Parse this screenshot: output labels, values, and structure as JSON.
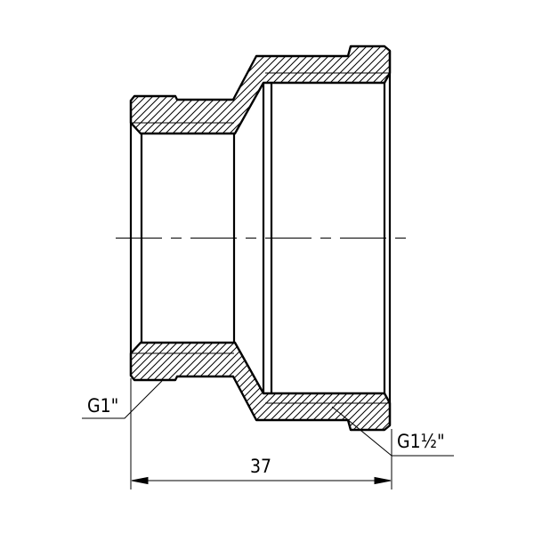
{
  "drawing": {
    "dimension_length": "37",
    "thread_small_label": "G1\"",
    "thread_large_label": "G1½\"",
    "line_color": "#000000",
    "background_color": "#ffffff"
  }
}
